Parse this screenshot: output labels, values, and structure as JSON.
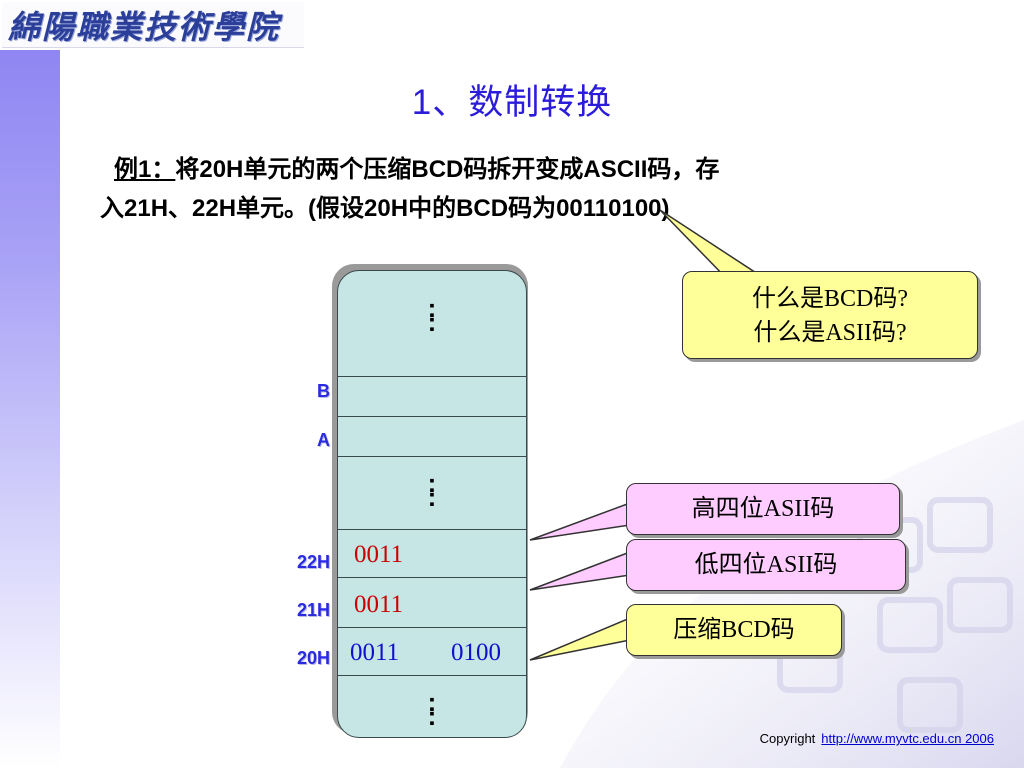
{
  "logo_text": "綿陽職業技術學院",
  "title": "1、数制转换",
  "problem": {
    "label": "例1：",
    "line1": "将20H单元的两个压缩BCD码拆开变成ASCII码，存",
    "line2": "入21H、22H单元。(假设20H中的BCD码为00110100)"
  },
  "memory": {
    "dots": ":",
    "addresses": {
      "b": "B",
      "a": "A",
      "h22": "22H",
      "h21": "21H",
      "h20": "20H"
    },
    "cells": {
      "h22": "0011",
      "h21": "0011",
      "h20_high": "0011",
      "h20_low": "0100"
    }
  },
  "callouts": {
    "what_bcd": "什么是BCD码?",
    "what_asii": "什么是ASII码?",
    "high_asii": "高四位ASII码",
    "low_asii": "低四位ASII码",
    "packed_bcd": "压缩BCD码"
  },
  "footer": {
    "copyright": "Copyright",
    "link": "http://www.myvtc.edu.cn 2006"
  },
  "colors": {
    "title": "#2a1cd8",
    "cell_red": "#cc0000",
    "cell_blue": "#1010cc",
    "address": "#2a2ae0",
    "callout_yellow": "#ffff99",
    "callout_pink": "#ffccff"
  }
}
